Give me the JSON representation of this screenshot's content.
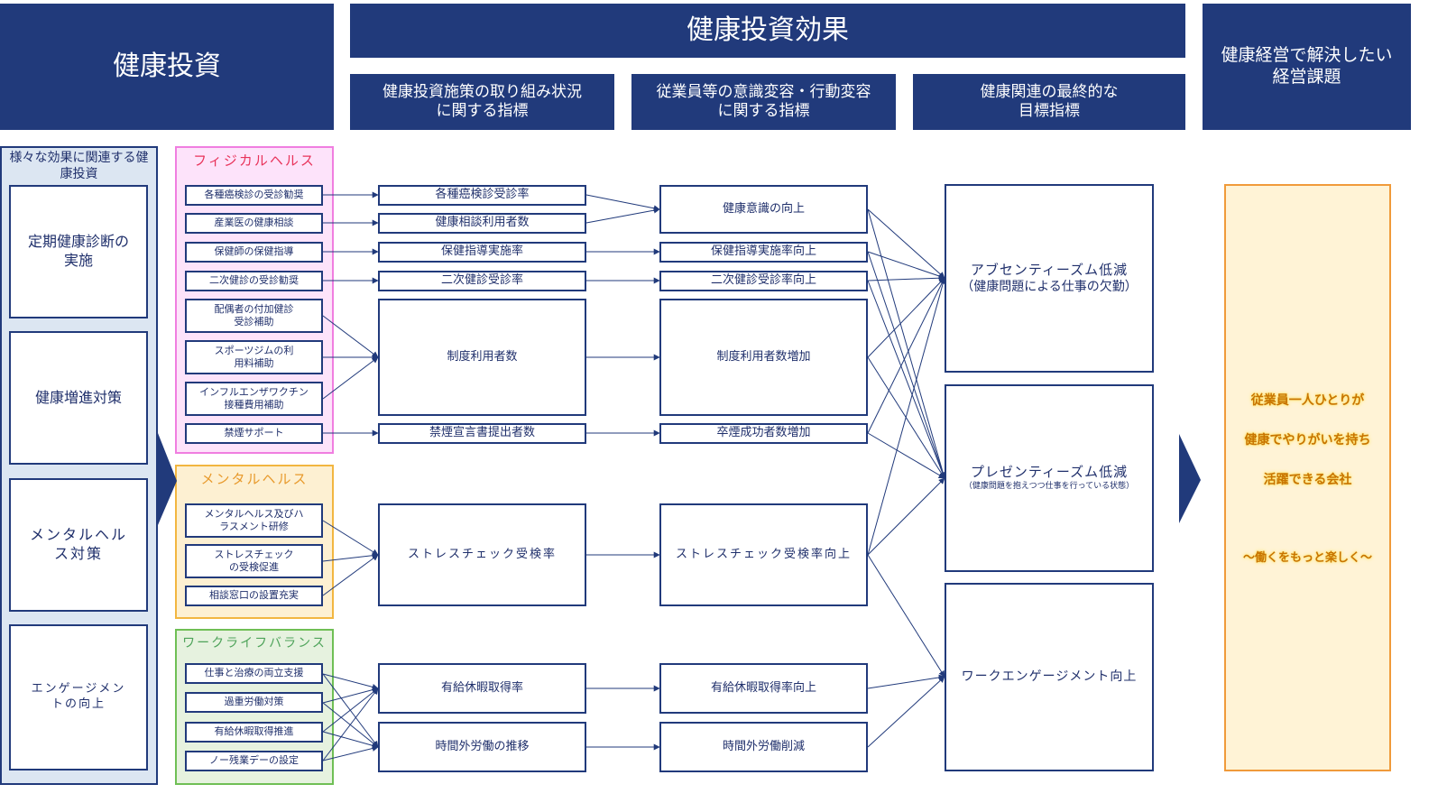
{
  "headers": {
    "investment": "健康投資",
    "effects": "健康投資効果",
    "issues": "健康経営で解決したい経営課題",
    "col_measures": "健康投資施策の取り組み状況に関する指標",
    "col_awareness": "従業員等の意識変容・行動変容に関する指標",
    "col_final": "健康関連の最終的な目標指標"
  },
  "left": {
    "title": "様々な効果に関連する健康投資",
    "items": [
      "定期健康診断の実施",
      "健康増進対策",
      "メンタルヘルス対策",
      "エンゲージメントの向上"
    ]
  },
  "panels": {
    "physical": {
      "title": "フィジカルヘルス",
      "items": [
        "各種癌検診の受診勧奨",
        "産業医の健康相談",
        "保健師の保健指導",
        "二次健診の受診勧奨",
        "配偶者の付加健診受診補助",
        "スポーツジムの利用料補助",
        "インフルエンザワクチン接種費用補助",
        "禁煙サポート"
      ]
    },
    "mental": {
      "title": "メンタルヘルス",
      "items": [
        "メンタルヘルス及びハラスメント研修",
        "ストレスチェックの受検促進",
        "相談窓口の設置充実"
      ]
    },
    "wlb": {
      "title": "ワークライフバランス",
      "items": [
        "仕事と治療の両立支援",
        "過重労働対策",
        "有給休暇取得推進",
        "ノー残業デーの設定"
      ]
    }
  },
  "measures": [
    "各種癌検診受診率",
    "健康相談利用者数",
    "保健指導実施率",
    "二次健診受診率",
    "制度利用者数",
    "禁煙宣言書提出者数",
    "ストレスチェック受検率",
    "有給休暇取得率",
    "時間外労働の推移"
  ],
  "awareness": [
    "健康意識の向上",
    "保健指導実施率向上",
    "二次健診受診率向上",
    "制度利用者数増加",
    "卒煙成功者数増加",
    "ストレスチェック受検率向上",
    "有給休暇取得率向上",
    "時間外労働削減"
  ],
  "final": [
    {
      "main": "アブセンティーズム低減",
      "sub": "（健康問題による仕事の欠勤）"
    },
    {
      "main": "プレゼンティーズム低減",
      "sub": "（健康問題を抱えつつ仕事を行っている状態）"
    },
    {
      "main": "ワークエンゲージメント向上",
      "sub": ""
    }
  ],
  "goal": {
    "lines": [
      "従業員一人ひとりが",
      "健康でやりがいを持ち",
      "活躍できる会社"
    ],
    "tagline": "～働くをもっと楽しく～"
  },
  "colors": {
    "navy": "#213a7b",
    "physical_border": "#f07ee0",
    "physical_bg": "#fde3fa",
    "physical_title": "#e8335a",
    "mental_border": "#f2b640",
    "mental_bg": "#fdf0d2",
    "mental_title": "#e89a2c",
    "wlb_border": "#6fbf55",
    "wlb_bg": "#e6f2df",
    "wlb_title": "#4ea35a",
    "left_bg": "#dce6f2",
    "goal_border": "#f09a3a",
    "goal_bg": "#fff3d6"
  }
}
